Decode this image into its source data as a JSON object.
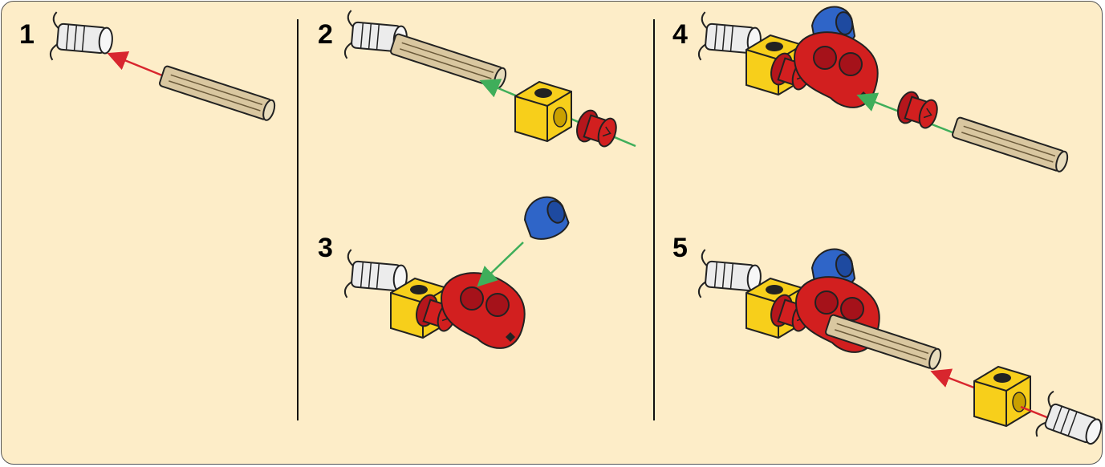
{
  "steps": [
    {
      "number": "1"
    },
    {
      "number": "2"
    },
    {
      "number": "3"
    },
    {
      "number": "4"
    },
    {
      "number": "5"
    }
  ],
  "colors": {
    "background": "#fdedc8",
    "axle_tan": "#d9c7a0",
    "connector_white": "#ececec",
    "brick_yellow": "#f7cf1b",
    "part_red": "#d21f1f",
    "part_blue": "#2f65c8",
    "arrow_red": "#d8262e",
    "arrow_green": "#3fae5a"
  },
  "icons": [
    "white-axle-connector-icon",
    "tan-axle-icon",
    "yellow-technic-brick-icon",
    "red-bush-icon",
    "red-double-connector-icon",
    "blue-pin-icon",
    "assembly-arrow-icon"
  ]
}
